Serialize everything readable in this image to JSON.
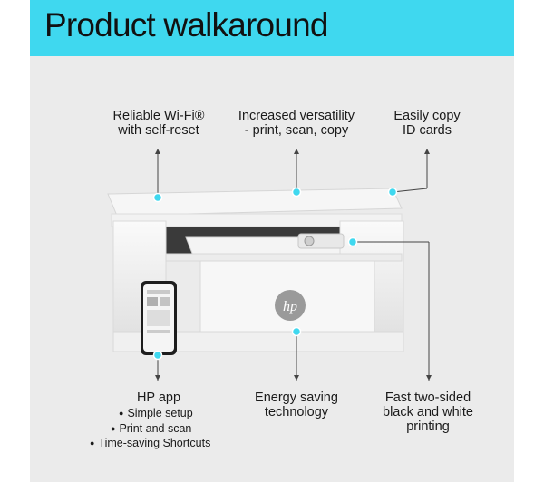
{
  "header": {
    "title": "Product walkaround"
  },
  "callouts": {
    "wifi": [
      "Reliable Wi-Fi®",
      "with self-reset"
    ],
    "versatility": [
      "Increased versatility",
      "- print, scan, copy"
    ],
    "idcopy": [
      "Easily copy",
      "ID cards"
    ],
    "app": {
      "title": "HP app",
      "bullets": [
        "Simple setup",
        "Print and scan",
        "Time-saving Shortcuts"
      ]
    },
    "energy": [
      "Energy saving",
      "technology"
    ],
    "duplex": [
      "Fast two-sided",
      "black and white",
      "printing"
    ]
  },
  "brand": {
    "logo": "hp"
  },
  "colors": {
    "header_bg": "#3fd8ef",
    "panel_bg": "#ebebeb",
    "accent_dot": "#3fd8ef"
  }
}
